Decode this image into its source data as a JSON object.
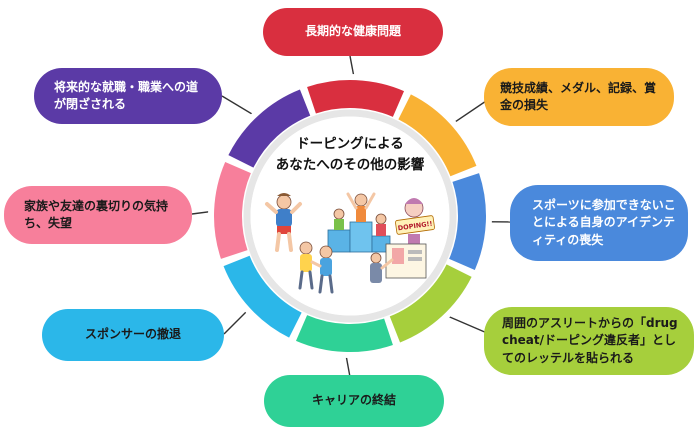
{
  "title": {
    "line1": "ドーピングによる",
    "line2": "あなたへのその他の影響"
  },
  "effects": [
    {
      "id": "health",
      "text": "長期的な健康問題",
      "color": "#d92f3f"
    },
    {
      "id": "results",
      "text": "競技成績、メダル、記録、賞金の損失",
      "color": "#f9b234"
    },
    {
      "id": "identity",
      "text": "スポーツに参加できないことによる自身のアイデンティティの喪失",
      "color": "#4a89dc"
    },
    {
      "id": "label",
      "text": "周囲のアスリートからの「drug cheat/ドーピング違反者」としてのレッテルを貼られる",
      "color": "#a6cf3c"
    },
    {
      "id": "career",
      "text": "キャリアの終結",
      "color": "#2fd196"
    },
    {
      "id": "sponsor",
      "text": "スポンサーの撤退",
      "color": "#2bb7e9"
    },
    {
      "id": "family",
      "text": "家族や友達の裏切りの気持ち、失望",
      "color": "#f77f9b"
    },
    {
      "id": "future",
      "text": "将来的な就職・職業への道が閉ざされる",
      "color": "#5b3aa6"
    }
  ],
  "illustration": {
    "sign_text": "DOPING!!"
  },
  "colors": {
    "inner_ring": "#e6e6e6",
    "connector": "#333333"
  }
}
